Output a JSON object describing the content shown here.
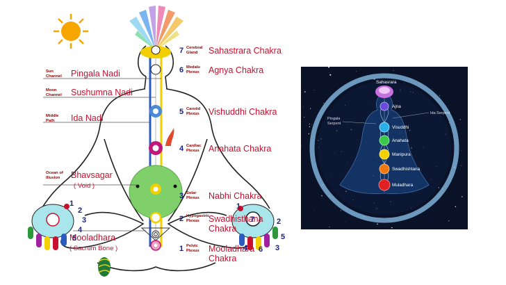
{
  "chakras": [
    {
      "num": "7",
      "plexus": [
        "Cerebral",
        "Gland"
      ],
      "name": [
        "Sahastrara Chakra"
      ]
    },
    {
      "num": "6",
      "plexus": [
        "Medalu",
        "Plexus"
      ],
      "name": [
        "Agnya Chakra"
      ]
    },
    {
      "num": "5",
      "plexus": [
        "Carotid",
        "Plexus"
      ],
      "name": [
        "Vishuddhi Chakra"
      ]
    },
    {
      "num": "4",
      "plexus": [
        "Cardiac",
        "Plexus"
      ],
      "name": [
        "Anahata Chakra"
      ]
    },
    {
      "num": "3",
      "plexus": [
        "Solar",
        "Plexus"
      ],
      "name": [
        "Nabhi Chakra"
      ]
    },
    {
      "num": "2",
      "plexus": [
        "Hypogastric",
        "Plexus"
      ],
      "name": [
        "Swadhisthana",
        "Chakra"
      ]
    },
    {
      "num": "1",
      "plexus": [
        "Pelvic",
        "Plexus"
      ],
      "name": [
        "Mooladhara",
        "Chakra"
      ]
    }
  ],
  "channels": [
    {
      "small": [
        "Sun",
        "Channel"
      ],
      "name": [
        "Pingala Nadi"
      ]
    },
    {
      "small": [
        "Moon",
        "Channel"
      ],
      "name": [
        "Sushumna Nadi"
      ]
    },
    {
      "small": [
        "Middle",
        "Path"
      ],
      "name": [
        "Ida Nadi"
      ]
    },
    {
      "small": [
        "Ocean of",
        "Illusion"
      ],
      "name": [
        "Bhavsagar",
        "( Void )"
      ]
    },
    {
      "small": [],
      "name": [
        "Mooladhara",
        "( Sacrum Bone )"
      ]
    }
  ],
  "hand_numbers": {
    "left": [
      "1",
      "2",
      "3",
      "4",
      "5"
    ],
    "right": [
      "1",
      "2",
      "3",
      "4",
      "5",
      "6"
    ],
    "palm_center": "7"
  },
  "right_image": {
    "top": "Sahasrara",
    "chakras": [
      "Ajna",
      "Visuddhi",
      "Anahata",
      "Manipura",
      "Swadhishtana",
      "Muladhara"
    ],
    "left_channel": [
      "Pingala",
      "Serpent"
    ],
    "right_channel": "Ida Serpent"
  },
  "colors": {
    "label_red": "#c8102e",
    "number_blue": "#1a237e",
    "sun": "#f7a500",
    "moon": "#1e6fd9",
    "pingala": "#f2d000",
    "ida": "#2b5bbf",
    "void_green": "#7fcf6a",
    "night_bg": "#0a1228"
  }
}
